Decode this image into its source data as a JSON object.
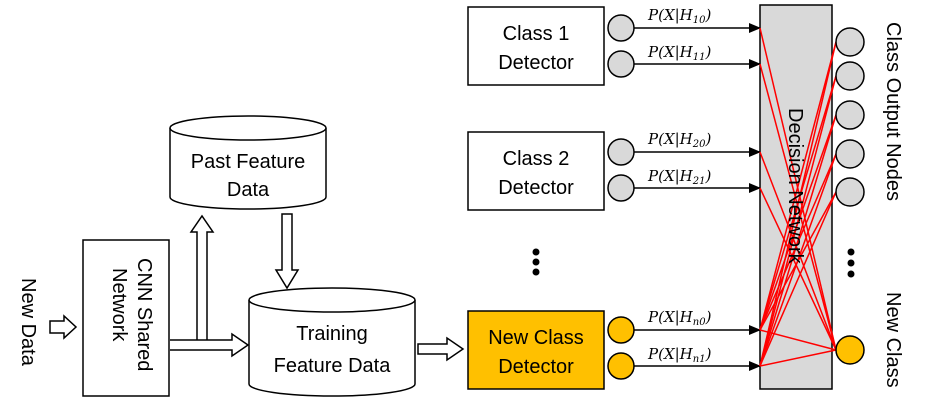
{
  "inputs": {
    "new_data": "New Data"
  },
  "cnn": {
    "line1": "CNN Shared",
    "line2": "Network"
  },
  "past_db": {
    "line1": "Past Feature",
    "line2": "Data"
  },
  "training_db": {
    "line1": "Training",
    "line2": "Feature  Data"
  },
  "detectors": [
    {
      "line1": "Class 1",
      "line2": "Detector",
      "p0_main": "P(X|H",
      "p0_sub": "10",
      "p1_main": "P(X|H",
      "p1_sub": "11"
    },
    {
      "line1": "Class 2",
      "line2": "Detector",
      "p0_main": "P(X|H",
      "p0_sub": "20",
      "p1_main": "P(X|H",
      "p1_sub": "21"
    },
    {
      "line1": "New Class",
      "line2": "Detector",
      "p0_main": "P(X|H",
      "p0_sub": "n0",
      "p1_main": "P(X|H",
      "p1_sub": "n1"
    }
  ],
  "decision": {
    "label": "Decision  Network"
  },
  "outputs": {
    "class_output_label": "Class Output Nodes",
    "new_class_label": "New Class"
  },
  "colors": {
    "highlight": "#FFC000",
    "node_gray": "#D9D9D9",
    "decision_fill": "#D9D9D9",
    "connection_red": "#FF0000"
  }
}
